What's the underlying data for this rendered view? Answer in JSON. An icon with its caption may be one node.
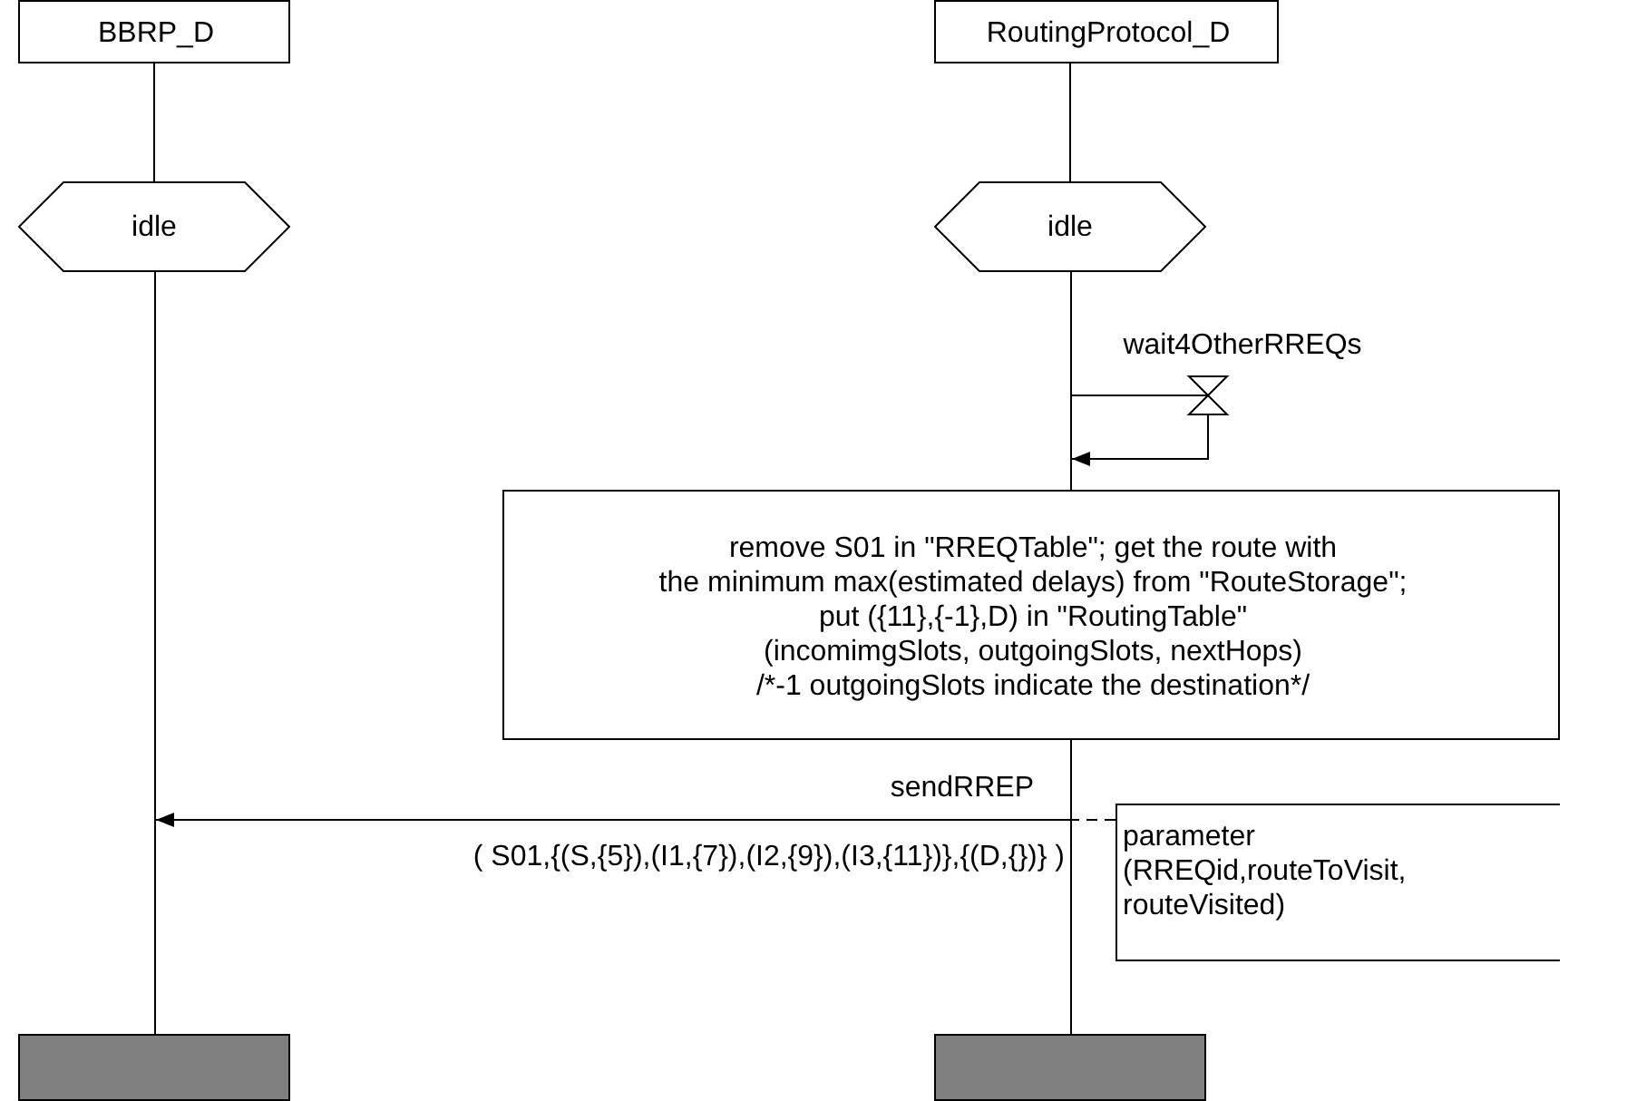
{
  "diagram": {
    "nodes": [
      {
        "text": [
          "BBRP_D"
        ]
      },
      {
        "text": [
          "RoutingProtocol_D"
        ]
      },
      {
        "text": [
          "idle"
        ]
      },
      {
        "text": [
          "idle"
        ]
      },
      {
        "text": [],
        "shape": "hourglass",
        "beside": [
          "wait4OtherRREQs"
        ]
      },
      {
        "text": [
          "remove S01 in \"RREQTable\"; get the route with",
          "the minimum max(estimated delays) from \"RouteStorage\";",
          "put ({11},{-1},D) in \"RoutingTable\"",
          "(incomimgSlots, outgoingSlots, nextHops)",
          "/*-1 outgoingSlots indicate the destination*/"
        ]
      },
      {
        "text": [
          "parameter (RREQid,routeToVisit, routeVisited)"
        ]
      },
      {
        "text": [],
        "shape": "bar"
      },
      {
        "text": [],
        "shape": "bar"
      },
      {
        "text": [],
        "shape": "line"
      },
      {
        "text": [],
        "shape": "line"
      },
      {
        "text": [],
        "shape": "line"
      }
    ],
    "edges": [
      {
        "from": 0,
        "to": 2,
        "arrow": "none"
      },
      {
        "from": 1,
        "to": 3,
        "arrow": "none"
      },
      {
        "from": 10,
        "to": 4,
        "arrow": "none"
      },
      {
        "from": 4,
        "to": 10,
        "arrow": "to"
      },
      {
        "from": 11,
        "to": 9,
        "arrow": "to",
        "label": "sendRREP"
      },
      {
        "from": 6,
        "to": 11,
        "arrow": "none",
        "style": "dashed"
      }
    ],
    "labels": [
      "(  S01,{(S,{5}),(I1,{7}),(I2,{9}),(I3,{11})},{(D,{})} )"
    ]
  }
}
